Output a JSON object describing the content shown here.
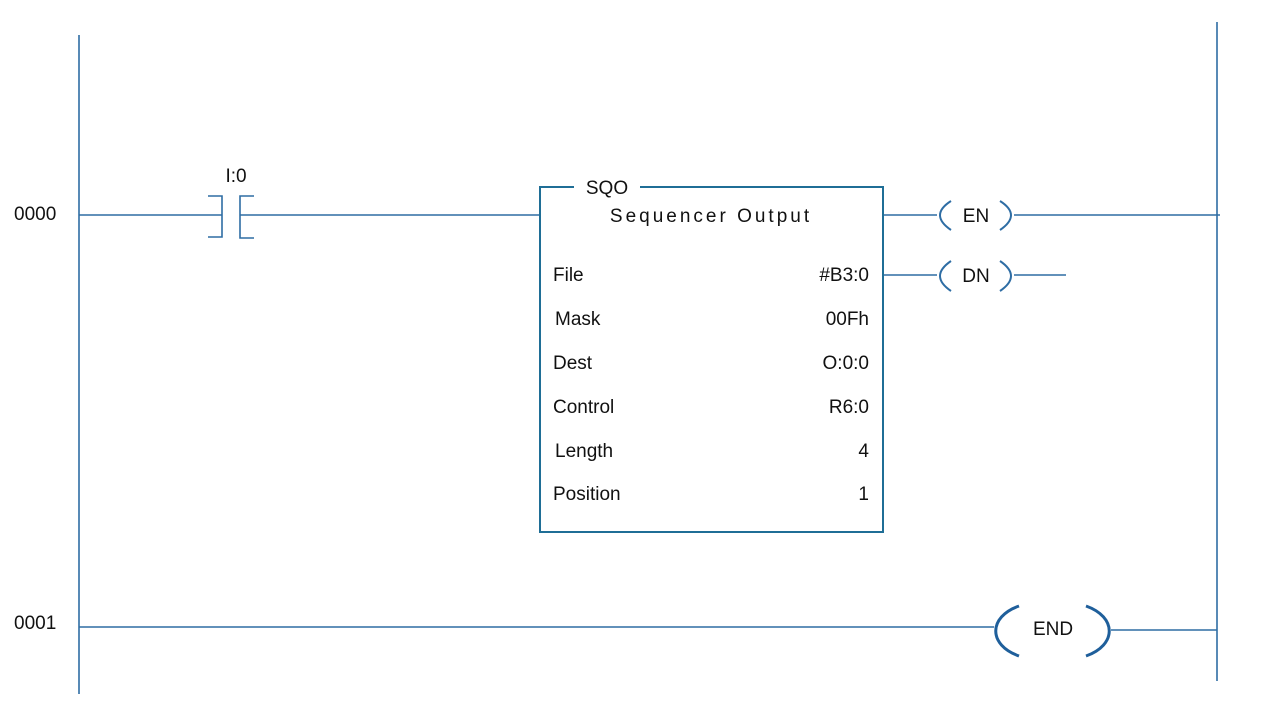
{
  "rungs": [
    {
      "number": "0000"
    },
    {
      "number": "0001"
    }
  ],
  "contact": {
    "address": "I:0"
  },
  "instruction": {
    "mnemonic": "SQO",
    "title": "Sequencer Output",
    "params": [
      {
        "label": "File",
        "value": "#B3:0"
      },
      {
        "label": "Mask",
        "value": "00Fh"
      },
      {
        "label": "Dest",
        "value": "O:0:0"
      },
      {
        "label": "Control",
        "value": "R6:0"
      },
      {
        "label": "Length",
        "value": "4"
      },
      {
        "label": "Position",
        "value": "1"
      }
    ]
  },
  "coils": [
    {
      "label": "EN"
    },
    {
      "label": "DN"
    }
  ],
  "end_coil": {
    "label": "END"
  },
  "colors": {
    "wire": "#2e6da4",
    "box_border": "#1f6e96",
    "text": "#111111"
  }
}
